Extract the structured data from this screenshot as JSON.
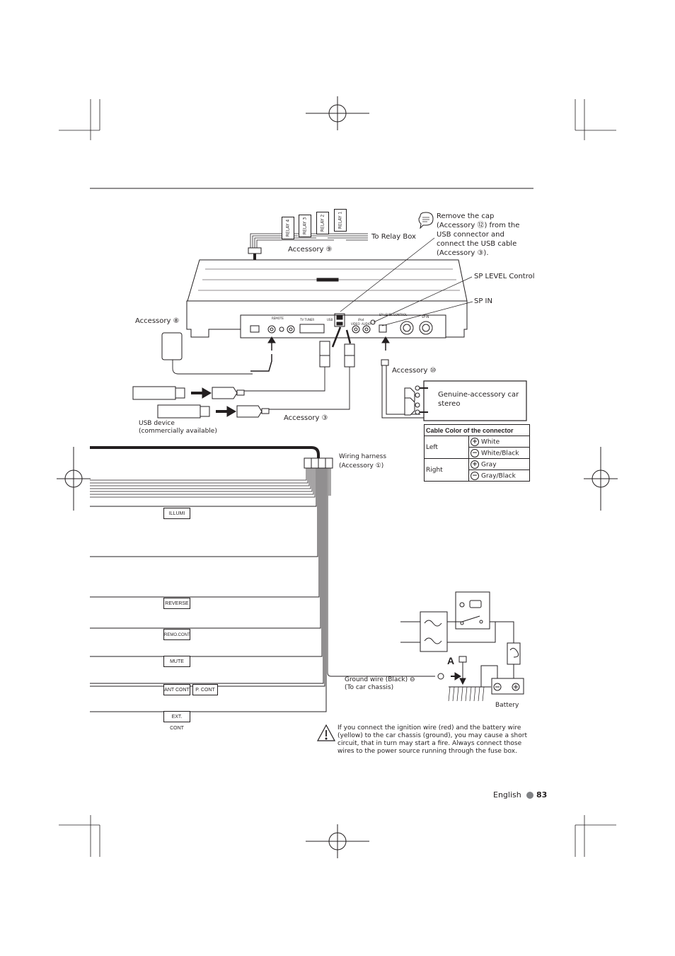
{
  "accessories": {
    "acc9": "Accessory ⑨",
    "acc8": "Accessory ⑧",
    "acc10": "Accessory ⑩",
    "acc3": "Accessory ③"
  },
  "relays": [
    "RELAY 4",
    "RELAY 3",
    "RELAY 2",
    "RELAY 1"
  ],
  "labels": {
    "to_relay_box": "To Relay Box",
    "usb_note": "Remove the cap (Accessory ⑫) from the USB connector and connect the USB cable (Accessory ③).",
    "sp_level": "SP LEVEL Control",
    "sp_in": "SP IN",
    "genuine": "Genuine-accessory car stereo",
    "usb_device_1": "USB device",
    "usb_device_2": "(commercially available)",
    "wiring_harness_1": "Wiring harness",
    "wiring_harness_2": "(Accessory ①)",
    "ground_1": "Ground wire (Black) ⊖",
    "ground_2": "(To car chassis)",
    "battery": "Battery",
    "marker_a": "A"
  },
  "panel_labels": {
    "remote": "REMOTE",
    "tv_tuner": "TV TUNER",
    "usb": "USB",
    "ipod": "iPod",
    "video": "VIDEO",
    "audio": "AUDIO",
    "sp_level_ctl": "SP LEVEL CONTROL",
    "sp_in": "SP IN"
  },
  "wire_labels": [
    "ILLUMI",
    "REVERSE",
    "REMO.CONT",
    "MUTE",
    "ANT CONT",
    "P. CONT",
    "EXT. CONT"
  ],
  "cable_table": {
    "header": "Cable Color of the connector",
    "rows": [
      {
        "side": "Left",
        "plus": "White",
        "minus": "White/Black"
      },
      {
        "side": "Right",
        "plus": "Gray",
        "minus": "Gray/Black"
      }
    ]
  },
  "warning": "If you connect the ignition wire (red) and the battery wire (yellow) to the car chassis (ground), you may cause a short circuit, that in turn may start a fire. Always connect those wires to the power source running through the fuse box.",
  "footer": {
    "language": "English",
    "page": "83"
  }
}
